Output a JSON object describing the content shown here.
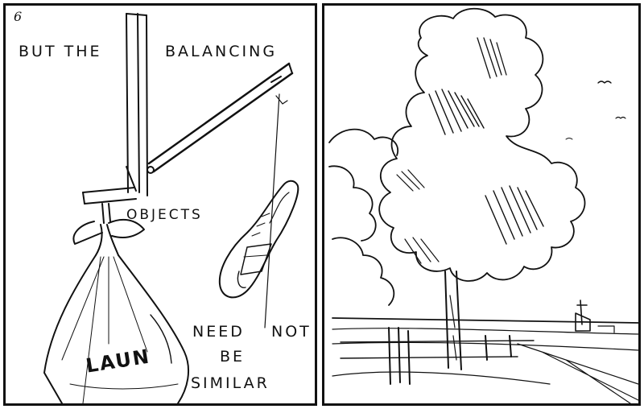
{
  "panel_number": "6",
  "captions": {
    "but_the": "BUT THE",
    "balancing": "BALANCING",
    "objects": "OBJECTS",
    "need": "NEED",
    "not": "NOT",
    "be": "BE",
    "similar": "SIMILAR"
  },
  "laundry_bag_text": "LAUN"
}
